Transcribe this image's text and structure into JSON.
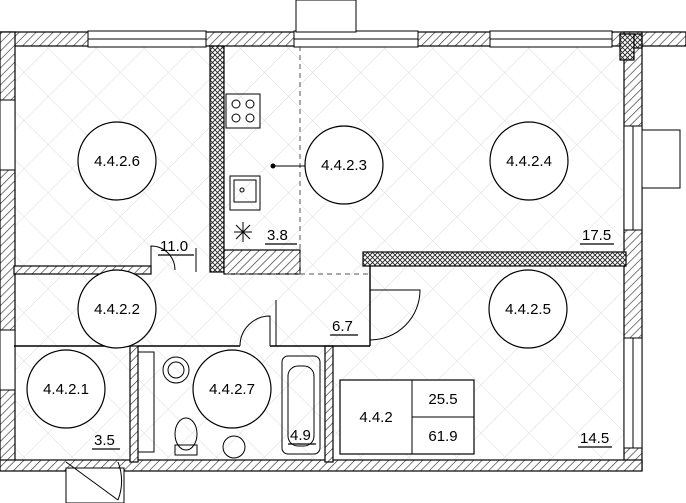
{
  "plan": {
    "rooms": [
      {
        "id": "4.4.2.6",
        "area": ""
      },
      {
        "id": "4.4.2.3",
        "area": "3.8"
      },
      {
        "id": "4.4.2.4",
        "area": "17.5"
      },
      {
        "id": "4.4.2.2",
        "area": "11.0"
      },
      {
        "id": "4.4.2.5",
        "area": "14.5"
      },
      {
        "id": "4.4.2.1",
        "area": "3.5"
      },
      {
        "id": "4.4.2.7",
        "area": "4.9"
      },
      {
        "id": "",
        "area": "6.7"
      }
    ],
    "summary": {
      "apartment": "4.4.2",
      "living_area": "25.5",
      "total_area": "61.9"
    }
  }
}
